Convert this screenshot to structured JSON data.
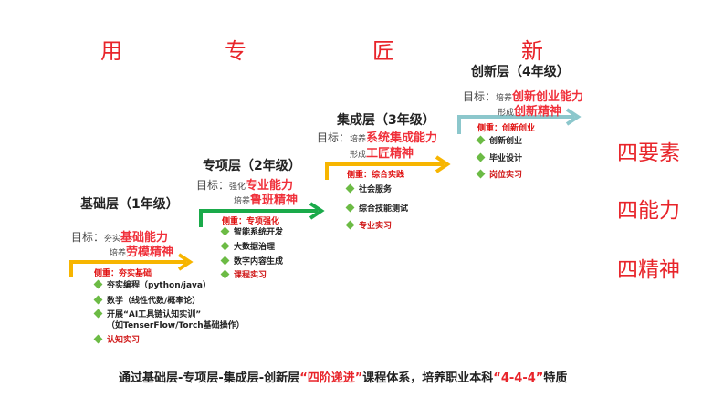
{
  "header": [
    "用",
    "专",
    "匠",
    "新"
  ],
  "layers": [
    {
      "title": "基础层（1年级）",
      "goal_label": "目标：",
      "goal1_pre": "夯实",
      "goal1": "基础能力",
      "goal2_pre": "培养",
      "goal2": "劳模精神",
      "focus": "侧重：夯实基础",
      "items": [
        "夯实编程（python/java）",
        "数学（线性代数/概率论）",
        "开展“AI工具链认知实训”",
        "（如TenserFlow/Torch基础操作）",
        "认知实习"
      ],
      "arrow_color": "#f7b500"
    },
    {
      "title": "专项层（2年级）",
      "goal_label": "目标：",
      "goal1_pre": "强化",
      "goal1": "专业能力",
      "goal2_pre": "培养",
      "goal2": "鲁班精神",
      "focus": "侧重：专项强化",
      "items": [
        "智能系统开发",
        "大数据治理",
        "数字内容生成",
        "课程实习"
      ],
      "arrow_color": "#1aaa4a"
    },
    {
      "title": "集成层（3年级）",
      "goal_label": "目标：",
      "goal1_pre": "培养",
      "goal1": "系统集成能力",
      "goal2_pre": "形成",
      "goal2": "工匠精神",
      "focus": "侧重：综合实践",
      "items": [
        "社会服务",
        "综合技能测试",
        "专业实习"
      ],
      "arrow_color": "#f7b500"
    },
    {
      "title": "创新层（4年级）",
      "goal_label": "目标：",
      "goal1_pre": "培养",
      "goal1": "创新创业能力",
      "goal2_pre": "形成",
      "goal2": "创新精神",
      "focus": "侧重：创新创业",
      "items": [
        "创新创业",
        "毕业设计",
        "岗位实习"
      ],
      "arrow_color": "#8cc7cc"
    }
  ],
  "right": [
    "四要素",
    "四能力",
    "四精神"
  ],
  "footer": {
    "t1": "通过基础层-专项层-集成层-创新层",
    "t2": "“四阶递进”",
    "t3": "课程体系，培养职业本科",
    "t4": "“4-4-4”",
    "t5": "特质"
  }
}
